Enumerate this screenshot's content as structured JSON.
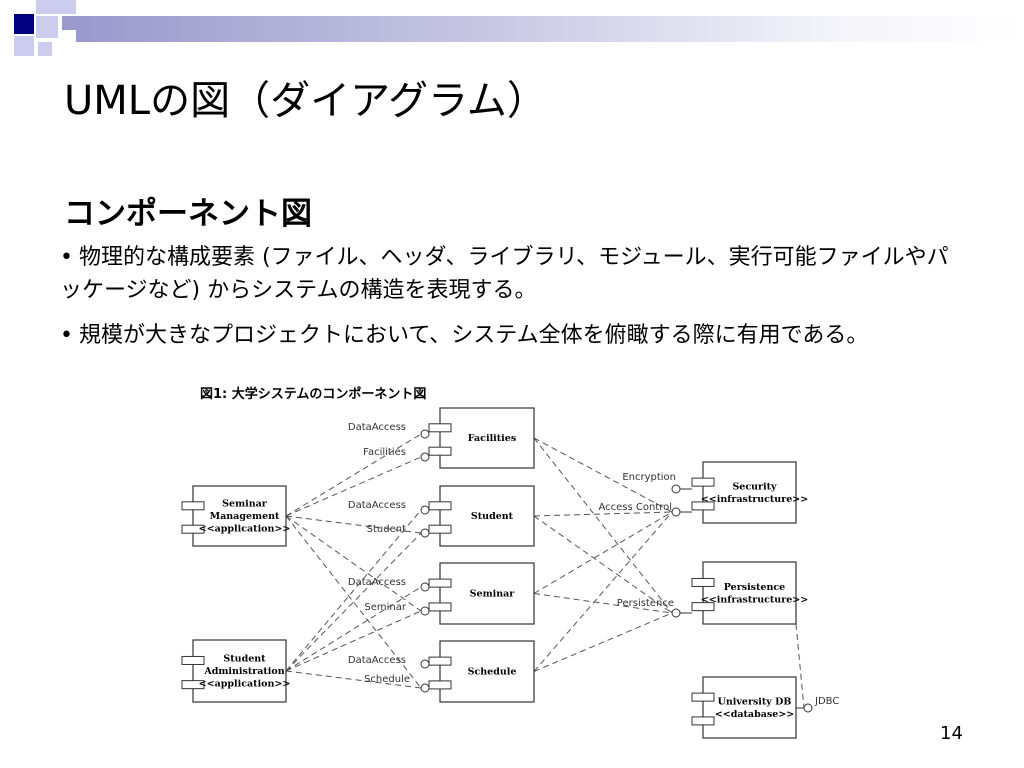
{
  "slide": {
    "title": "UMLの図（ダイアグラム）",
    "section_heading": "コンポーネント図",
    "bullets": [
      "物理的な構成要素 (ファイル、ヘッダ、ライブラリ、モジュール、実行可能ファイルやパッケージなど) からシステムの構造を表現する。",
      "規模が大きなプロジェクトにおいて、システム全体を俯瞰する際に有用である。"
    ],
    "bullet_symbol": "•",
    "figure_caption": "図1: 大学システムのコンポーネント図",
    "page_number": "14"
  },
  "colors": {
    "accent": "#000080",
    "accent_light": "#9999cc",
    "accent_pale": "#ccccee"
  },
  "diagram": {
    "components": [
      {
        "id": "seminar_mgmt",
        "lines": [
          "Seminar",
          "Management",
          "<<application>>"
        ]
      },
      {
        "id": "student_admin",
        "lines": [
          "Student",
          "Administration",
          "<<application>>"
        ]
      },
      {
        "id": "facilities",
        "lines": [
          "Facilities"
        ]
      },
      {
        "id": "student",
        "lines": [
          "Student"
        ]
      },
      {
        "id": "seminar",
        "lines": [
          "Seminar"
        ]
      },
      {
        "id": "schedule",
        "lines": [
          "Schedule"
        ]
      },
      {
        "id": "security",
        "lines": [
          "Security",
          "<<infrastructure>>"
        ]
      },
      {
        "id": "persistence",
        "lines": [
          "Persistence",
          "<<infrastructure>>"
        ]
      },
      {
        "id": "university_db",
        "lines": [
          "University DB",
          "<<database>>"
        ]
      }
    ],
    "interfaces": [
      {
        "id": "fac_da",
        "label": "DataAccess"
      },
      {
        "id": "fac_fac",
        "label": "Facilities"
      },
      {
        "id": "stu_da",
        "label": "DataAccess"
      },
      {
        "id": "stu_stu",
        "label": "Student"
      },
      {
        "id": "sem_da",
        "label": "DataAccess"
      },
      {
        "id": "sem_sem",
        "label": "Seminar"
      },
      {
        "id": "sch_da",
        "label": "DataAccess"
      },
      {
        "id": "sch_sch",
        "label": "Schedule"
      },
      {
        "id": "sec_enc",
        "label": "Encryption"
      },
      {
        "id": "sec_ac",
        "label": "Access Control"
      },
      {
        "id": "per_per",
        "label": "Persistence"
      },
      {
        "id": "db_jdbc",
        "label": "JDBC"
      }
    ],
    "dependencies": [
      [
        "seminar_mgmt",
        "fac_da"
      ],
      [
        "seminar_mgmt",
        "fac_fac"
      ],
      [
        "seminar_mgmt",
        "stu_stu"
      ],
      [
        "seminar_mgmt",
        "sem_sem"
      ],
      [
        "seminar_mgmt",
        "sch_sch"
      ],
      [
        "student_admin",
        "stu_stu"
      ],
      [
        "student_admin",
        "stu_da"
      ],
      [
        "student_admin",
        "sem_sem"
      ],
      [
        "student_admin",
        "sem_da"
      ],
      [
        "student_admin",
        "sch_sch"
      ],
      [
        "facilities",
        "sec_ac"
      ],
      [
        "facilities",
        "per_per"
      ],
      [
        "student",
        "sec_ac"
      ],
      [
        "student",
        "per_per"
      ],
      [
        "seminar",
        "sec_ac"
      ],
      [
        "seminar",
        "per_per"
      ],
      [
        "schedule",
        "sec_ac"
      ],
      [
        "schedule",
        "per_per"
      ],
      [
        "persistence",
        "db_jdbc"
      ]
    ]
  }
}
